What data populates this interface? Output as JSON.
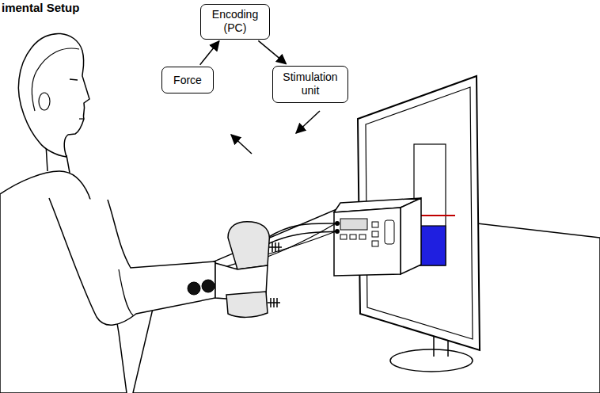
{
  "diagram": {
    "title": "imental Setup",
    "nodes": [
      {
        "text": [
          "Encoding (PC)"
        ]
      },
      {
        "text": [
          "Force"
        ]
      },
      {
        "text": [
          "Stimulation unit"
        ]
      }
    ],
    "edges": [
      {
        "from": 1,
        "to": 0,
        "arrow": "to"
      },
      {
        "from": 0,
        "to": 2,
        "arrow": "to"
      }
    ]
  }
}
